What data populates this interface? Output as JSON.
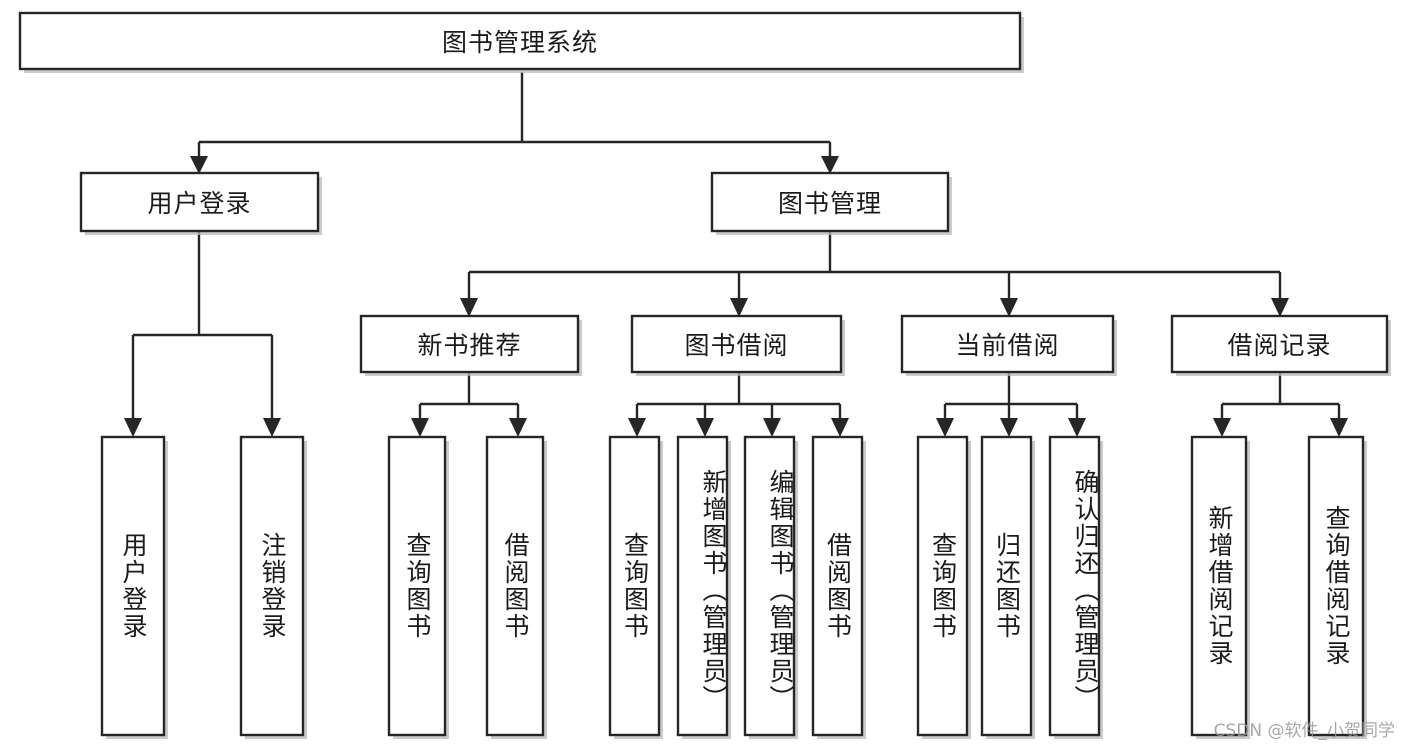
{
  "diagram": {
    "type": "tree",
    "title": "图书管理系统",
    "orientation": "top-down",
    "levels": 4,
    "root": {
      "id": "root",
      "label": "图书管理系统",
      "text_direction": "horizontal"
    },
    "level2": [
      {
        "id": "user-login",
        "label": "用户登录",
        "text_direction": "horizontal"
      },
      {
        "id": "book-manage",
        "label": "图书管理",
        "text_direction": "horizontal"
      }
    ],
    "level3": [
      {
        "id": "new-book-rec",
        "label": "新书推荐",
        "parent": "book-manage",
        "text_direction": "horizontal"
      },
      {
        "id": "book-borrow",
        "label": "图书借阅",
        "parent": "book-manage",
        "text_direction": "horizontal"
      },
      {
        "id": "current-borrow",
        "label": "当前借阅",
        "parent": "book-manage",
        "text_direction": "horizontal"
      },
      {
        "id": "borrow-record",
        "label": "借阅记录",
        "parent": "book-manage",
        "text_direction": "horizontal"
      }
    ],
    "leaves": [
      {
        "id": "leaf-user-login",
        "label": "用户登录",
        "parent": "user-login",
        "text_direction": "vertical"
      },
      {
        "id": "leaf-logout",
        "label": "注销登录",
        "parent": "user-login",
        "text_direction": "vertical"
      },
      {
        "id": "leaf-query-book-1",
        "label": "查询图书",
        "parent": "new-book-rec",
        "text_direction": "vertical"
      },
      {
        "id": "leaf-borrow-book-1",
        "label": "借阅图书",
        "parent": "new-book-rec",
        "text_direction": "vertical"
      },
      {
        "id": "leaf-query-book-2",
        "label": "查询图书",
        "parent": "book-borrow",
        "text_direction": "vertical"
      },
      {
        "id": "leaf-add-book",
        "label": "新增图书（管理员）",
        "parent": "book-borrow",
        "text_direction": "vertical"
      },
      {
        "id": "leaf-edit-book",
        "label": "编辑图书（管理员）",
        "parent": "book-borrow",
        "text_direction": "vertical"
      },
      {
        "id": "leaf-borrow-book-2",
        "label": "借阅图书",
        "parent": "book-borrow",
        "text_direction": "vertical"
      },
      {
        "id": "leaf-query-book-3",
        "label": "查询图书",
        "parent": "current-borrow",
        "text_direction": "vertical"
      },
      {
        "id": "leaf-return-book",
        "label": "归还图书",
        "parent": "current-borrow",
        "text_direction": "vertical"
      },
      {
        "id": "leaf-confirm-return",
        "label": "确认归还（管理员）",
        "parent": "current-borrow",
        "text_direction": "vertical"
      },
      {
        "id": "leaf-add-record",
        "label": "新增借阅记录",
        "parent": "borrow-record",
        "text_direction": "vertical"
      },
      {
        "id": "leaf-query-record",
        "label": "查询借阅记录",
        "parent": "borrow-record",
        "text_direction": "vertical"
      }
    ],
    "colors": {
      "box_fill": "#ffffff",
      "box_stroke": "#262626",
      "connector": "#262626",
      "text": "#1b1b1b",
      "background": "#ffffff",
      "watermark": "#9a9a9a"
    }
  },
  "watermark": {
    "text": "CSDN @软件_小贺同学"
  }
}
